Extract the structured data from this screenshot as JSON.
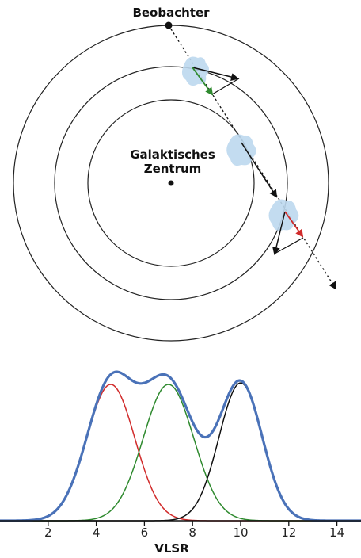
{
  "diagram": {
    "observer_label": "Beobachter",
    "center_label_line1": "Galaktisches",
    "center_label_line2": "Zentrum"
  },
  "colors": {
    "total_profile": "#4a72b8",
    "near_cloud": "#2f8a2f",
    "far_cloud": "#d12b2b",
    "tangent_cloud": "#111111",
    "cloud_fill": "#bcd8ee"
  },
  "chart_data": {
    "type": "line",
    "xlabel": "VLSR",
    "ylabel": "",
    "xlim": [
      0,
      15
    ],
    "x_ticks": [
      2,
      4,
      6,
      8,
      10,
      12,
      14
    ],
    "tick_labels": [
      "2",
      "4",
      "6",
      "8",
      "10",
      "12",
      "14"
    ],
    "series": [
      {
        "color": "#d12b2b",
        "center": 4.6,
        "amplitude": 0.92,
        "width": 1.0
      },
      {
        "color": "#2f8a2f",
        "center": 7.0,
        "amplitude": 0.92,
        "width": 1.05
      },
      {
        "color": "#111111",
        "center": 10.0,
        "amplitude": 0.93,
        "width": 0.9
      },
      {
        "color": "#4a72b8",
        "sum_of_components": true
      }
    ]
  }
}
